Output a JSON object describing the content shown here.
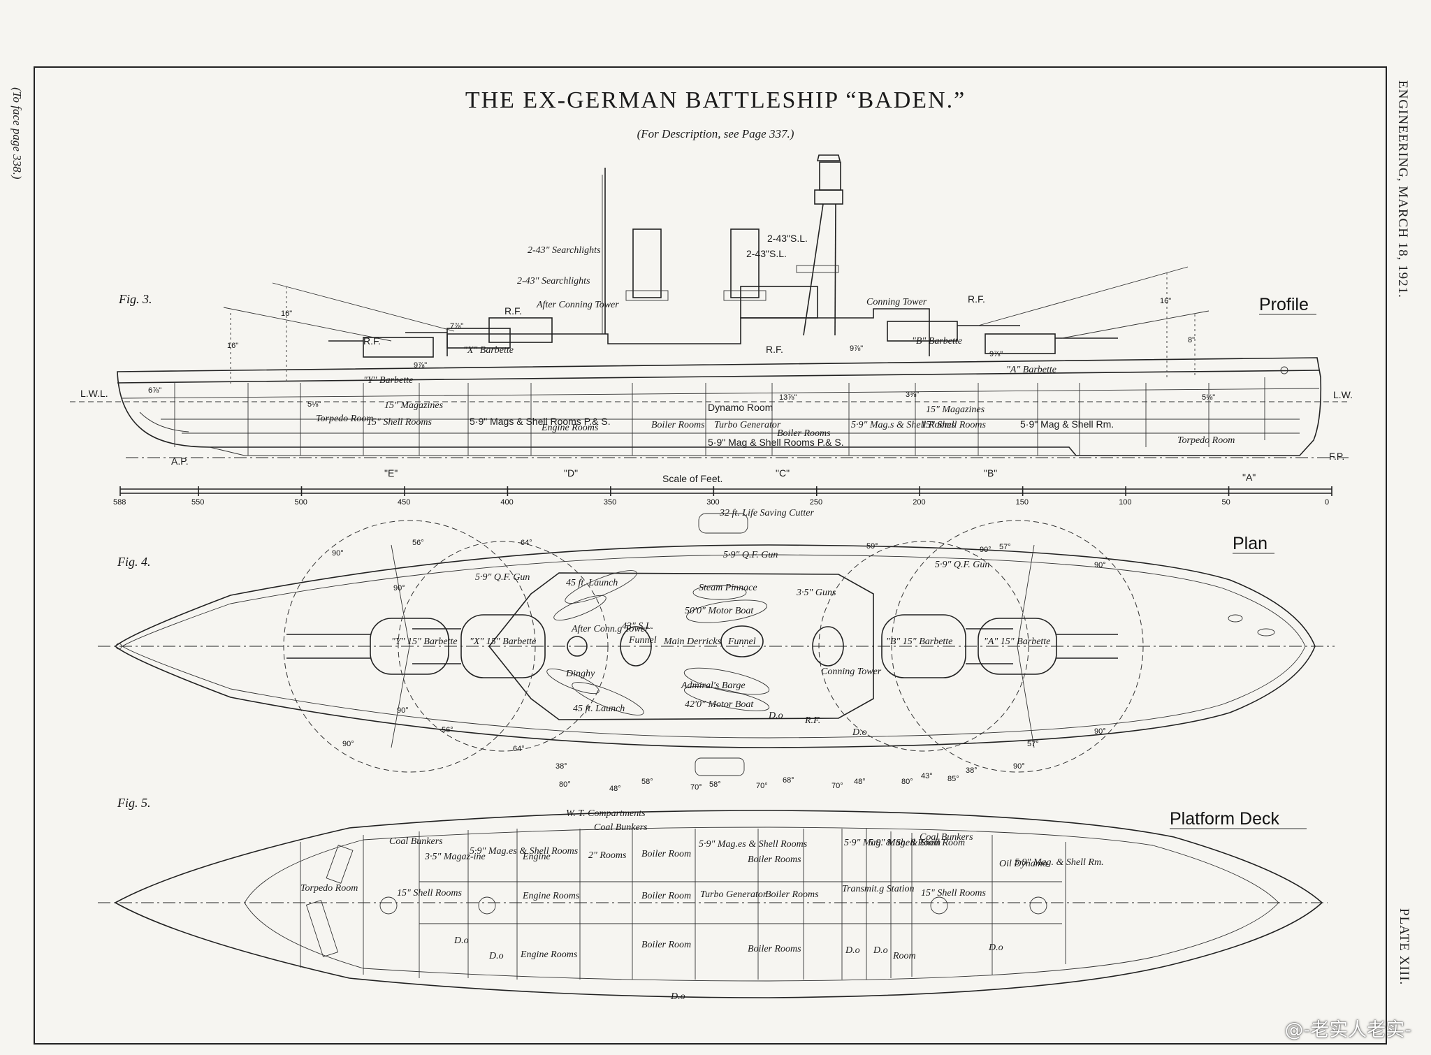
{
  "header": {
    "title": "THE EX-GERMAN BATTLESHIP “BADEN.”",
    "subtitle": "(For Description, see Page 337.)",
    "left_margin": "(To face page 338.)",
    "right_margin": "ENGINEERING, MARCH 18, 1921.",
    "plate": "PLATE XIII."
  },
  "profile": {
    "fig": "Fig. 3.",
    "title": "Profile",
    "labels": {
      "searchlights_1": "2-43\" Searchlights",
      "searchlights_2": "2-43\" Searchlights",
      "sl_1": "2-43\"S.L.",
      "sl_2": "2-43\"S.L.",
      "after_conning_tower": "After Conning Tower",
      "conning_tower": "Conning Tower",
      "rf_1": "R.F.",
      "rf_2": "R.F.",
      "rf_3": "R.F.",
      "rf_4": "R.F.",
      "x_barbette": "\"X\" Barbette",
      "y_barbette": "\"Y\" Barbette",
      "b_barbette": "\"B\" Barbette",
      "a_barbette": "\"A\" Barbette",
      "magazines_aft": "15\" Magazines",
      "magazines_fwd": "15\" Magazines",
      "torpedo_room_aft": "Torpedo Room",
      "torpedo_room_fwd": "Torpedo Room",
      "shell_rooms_aft": "15\" Shell Rooms",
      "shell_rooms_fwd": "15\" Shell Rooms",
      "mags_aft": "5·9\" Mags & Shell Rooms P.& S.",
      "engine_rooms": "Engine Rooms",
      "boiler_rooms_1": "Boiler Rooms",
      "dynamo_room": "Dynamo Room",
      "turbo_generator": "Turbo Generator",
      "mags_mid": "5·9\" Mag & Shell Rooms P.& S.",
      "boiler_rooms_2": "Boiler Rooms",
      "mags_fwd": "5·9\" Mag.s & Shell Rooms",
      "mags_fwd_2": "5·9\" Mag & Shell Rm.",
      "lwl": "L.W.L.",
      "lw": "L.W.",
      "ap": "A.P.",
      "fp": "F.P.",
      "scale": "Scale of Feet.",
      "sec_e": "\"E\"",
      "sec_d": "\"D\"",
      "sec_c": "\"C\"",
      "sec_b": "\"B\"",
      "sec_a": "\"A\""
    },
    "scale_ticks": [
      "588",
      "550",
      "500",
      "450",
      "400",
      "350",
      "300",
      "250",
      "200",
      "150",
      "100",
      "50",
      "0"
    ]
  },
  "plan": {
    "fig": "Fig. 4.",
    "title": "Plan",
    "labels": {
      "life_cutter": "32 ft. Life Saving Cutter",
      "qf_gun": "5·9\" Q.F. Gun",
      "launch_1": "45 ft. Launch",
      "launch_2": "45 ft. Launch",
      "steam_pinnace": "Steam Pinnace",
      "motor_boat_1": "50'0\" Motor Boat",
      "motor_boat_2": "42'0\" Motor Boat",
      "guns_35": "3·5\" Guns",
      "sl_43": "43\" S.L.",
      "after_conning_tower": "After Conn.g Tower",
      "funnel_1": "Funnel",
      "funnel_2": "Funnel",
      "main_derricks": "Main Derricks",
      "admirals_barge": "Admiral's Barge",
      "conning_tower": "Conning Tower",
      "dinghy": "Dinghy",
      "y_barbette": "\"Y\" 15\" Barbette",
      "x_barbette": "\"X\" 15\" Barbette",
      "b_barbette": "\"B\" 15\" Barbette",
      "a_barbette": "\"A\" 15\" Barbette",
      "ditto": "D.o",
      "rf": "R.F.",
      "angles": [
        "90°",
        "56°",
        "64°",
        "90°",
        "90°",
        "56°",
        "64°",
        "90°",
        "38°",
        "80°",
        "48°",
        "58°",
        "70°",
        "58°",
        "70°",
        "68°",
        "70°",
        "48°",
        "80°",
        "43°",
        "85°",
        "38°",
        "90°",
        "57°",
        "90°",
        "59°",
        "90°",
        "57°",
        "90°"
      ]
    }
  },
  "platform": {
    "fig": "Fig. 5.",
    "title": "Platform Deck",
    "labels": {
      "wt_compartments": "W. T. Compartments",
      "coal_bunkers_top": "Coal Bunkers",
      "coal_bunkers_aft": "Coal Bunkers",
      "coal_bunkers_fwd": "Coal Bunkers",
      "torpedo_room": "Torpedo Room",
      "mag_35": "3·5\" Magaz-ine",
      "mag_59_aft": "5·9\" Mag.es & Shell Rooms",
      "shell_rooms_aft": "15\" Shell Rooms",
      "engine_1": "Engine",
      "engine_2": "Engine Rooms",
      "engine_3": "Engine Rooms",
      "rooms_1": "2\" Rooms",
      "boiler_room_1": "Boiler Room",
      "boiler_room_2": "Boiler Room",
      "boiler_room_3": "Boiler Room",
      "mag_59_mid": "5·9\" Mag.es & Shell Rooms",
      "boiler_rooms_mid": "Boiler Rooms",
      "turbo_generator": "Turbo Generator",
      "boiler_rooms_2": "Boiler Rooms",
      "boiler_rooms_3": "Boiler Rooms",
      "mag_59_fwd_1": "5·9\" Mag. & Shell Room",
      "mag_59_fwd_2": "5·9\" Mag. & Shell Room",
      "transmitting_station": "Transmit.g Station",
      "shell_rooms_fwd": "15\" Shell Rooms",
      "oil_dynamo": "Oil Dynamo",
      "mag_59_fwd_3": "5·9\" Mag. & Shell Rm.",
      "ditto": "D.o",
      "room": "Room"
    }
  },
  "watermark": "@-老实人老实-"
}
